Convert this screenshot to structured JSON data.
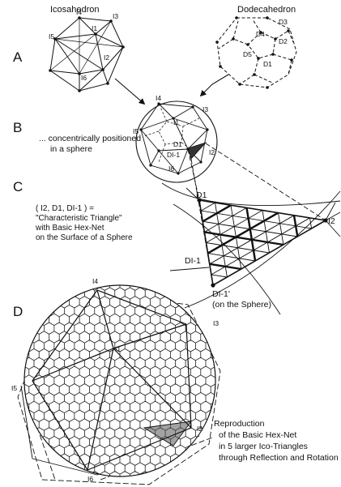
{
  "panel_labels": {
    "a": "A",
    "b": "B",
    "c": "C",
    "d": "D"
  },
  "panel_a": {
    "icosahedron_title": "Icosahedron",
    "dodecahedron_title": "Dodecahedron",
    "ico_vertices": {
      "i1": "I1",
      "i2": "I2",
      "i3": "I3",
      "i4": "I4",
      "i5": "I5",
      "i6": "I6"
    },
    "dodeca_vertices": {
      "d1": "D1",
      "d2": "D2",
      "d3": "D3",
      "d4": "D4",
      "d5": "D5"
    }
  },
  "panel_b": {
    "caption_line1": "... concentrically positioned",
    "caption_line2": "in a sphere",
    "vertices": {
      "i1": "I1",
      "i2": "I2",
      "i3": "I3",
      "i4": "I4",
      "i5": "I5",
      "i6": "I6",
      "d1": "D1",
      "di1": "DI-1"
    }
  },
  "panel_c": {
    "caption_line1": "( I2, D1, DI-1 ) =",
    "caption_line2": "\"Characteristic Triangle\"",
    "caption_line3": "with Basic  Hex-Net",
    "caption_line4": "on the Surface of a Sphere",
    "vertices": {
      "d1": "D1",
      "i2": "I2",
      "di1": "DI-1",
      "di1p": "DI-1'"
    },
    "note": "(on the Sphere)"
  },
  "panel_d": {
    "vertices": {
      "i1": "I1",
      "i2": "I2",
      "i3": "I3",
      "i4": "I4",
      "i5": "I5",
      "i6": "I6"
    },
    "caption_line1": "Reproduction",
    "caption_line2": "of the Basic Hex-Net",
    "caption_line3": "in 5 larger Ico-Triangles",
    "caption_line4": "through Reflection and Rotation"
  }
}
